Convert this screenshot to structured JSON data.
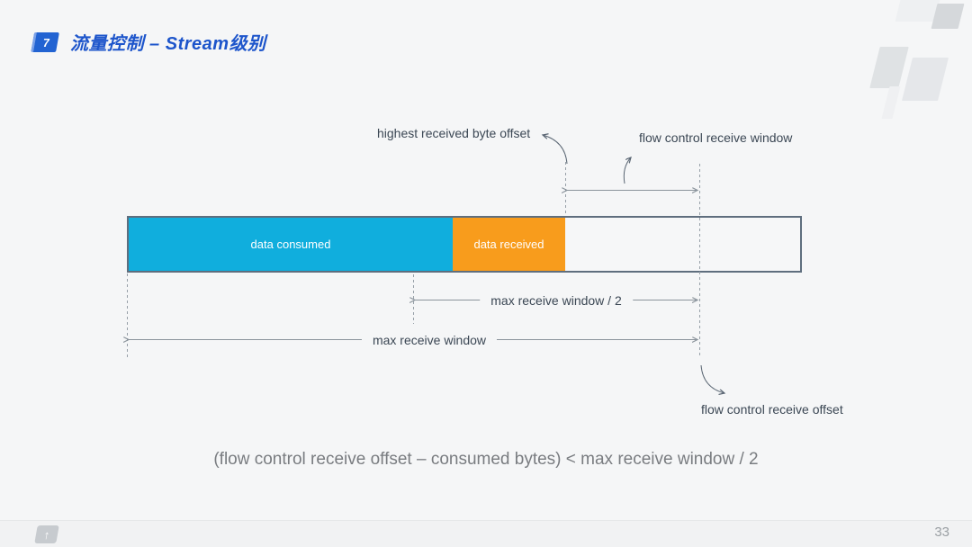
{
  "slide": {
    "badge_number": "7",
    "title": "流量控制 – Stream级别",
    "formula": "(flow control receive offset – consumed bytes) < max receive window / 2",
    "page_number": "33",
    "logo_glyph": "↑"
  },
  "diagram": {
    "bar": {
      "segments": [
        {
          "label": "data consumed",
          "color": "#10aedd"
        },
        {
          "label": "data received",
          "color": "#f89c1c"
        },
        {
          "label": "",
          "color": "#f6f7f8"
        }
      ],
      "border_color": "#5f6e7e"
    },
    "labels": {
      "highest_received_byte_offset": "highest received byte offset",
      "flow_control_receive_window": "flow control receive window",
      "max_receive_window_half": "max receive window / 2",
      "max_receive_window": "max receive window",
      "flow_control_receive_offset": "flow control receive offset"
    },
    "colors": {
      "measure_line": "#8b949c",
      "dashed_line": "#97a0a8",
      "annotation_arrow": "#5a6673",
      "label_text": "#3b4754"
    }
  },
  "theme": {
    "accent_blue": "#1d55cb",
    "badge_blue": "#2263d2",
    "background": "#f5f6f7"
  }
}
